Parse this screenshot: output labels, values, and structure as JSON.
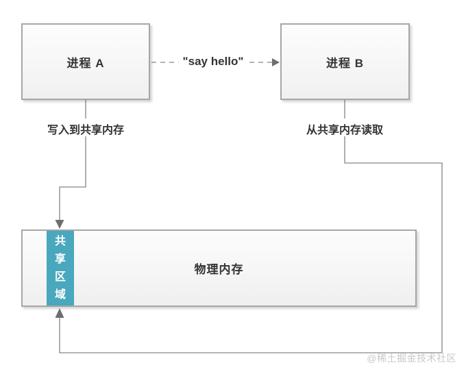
{
  "diagram": {
    "process_a": {
      "label": "进程 A"
    },
    "process_b": {
      "label": "进程 B"
    },
    "message_label": "\"say hello\"",
    "write_label": "写入到共享内存",
    "read_label": "从共享内存读取",
    "physical_memory_label": "物理内存",
    "shared_region": {
      "label": "共享区域",
      "chars": [
        "共",
        "享",
        "区",
        "域"
      ],
      "color": "#49a7be"
    },
    "watermark": "@稀土掘金技术社区",
    "colors": {
      "box_border": "#a6a6a6",
      "connector_line": "#999999",
      "arrowhead": "#6e6e6e",
      "text": "#333333",
      "shared_region_bg": "#49a7be",
      "watermark": "#c8c8c8"
    }
  }
}
